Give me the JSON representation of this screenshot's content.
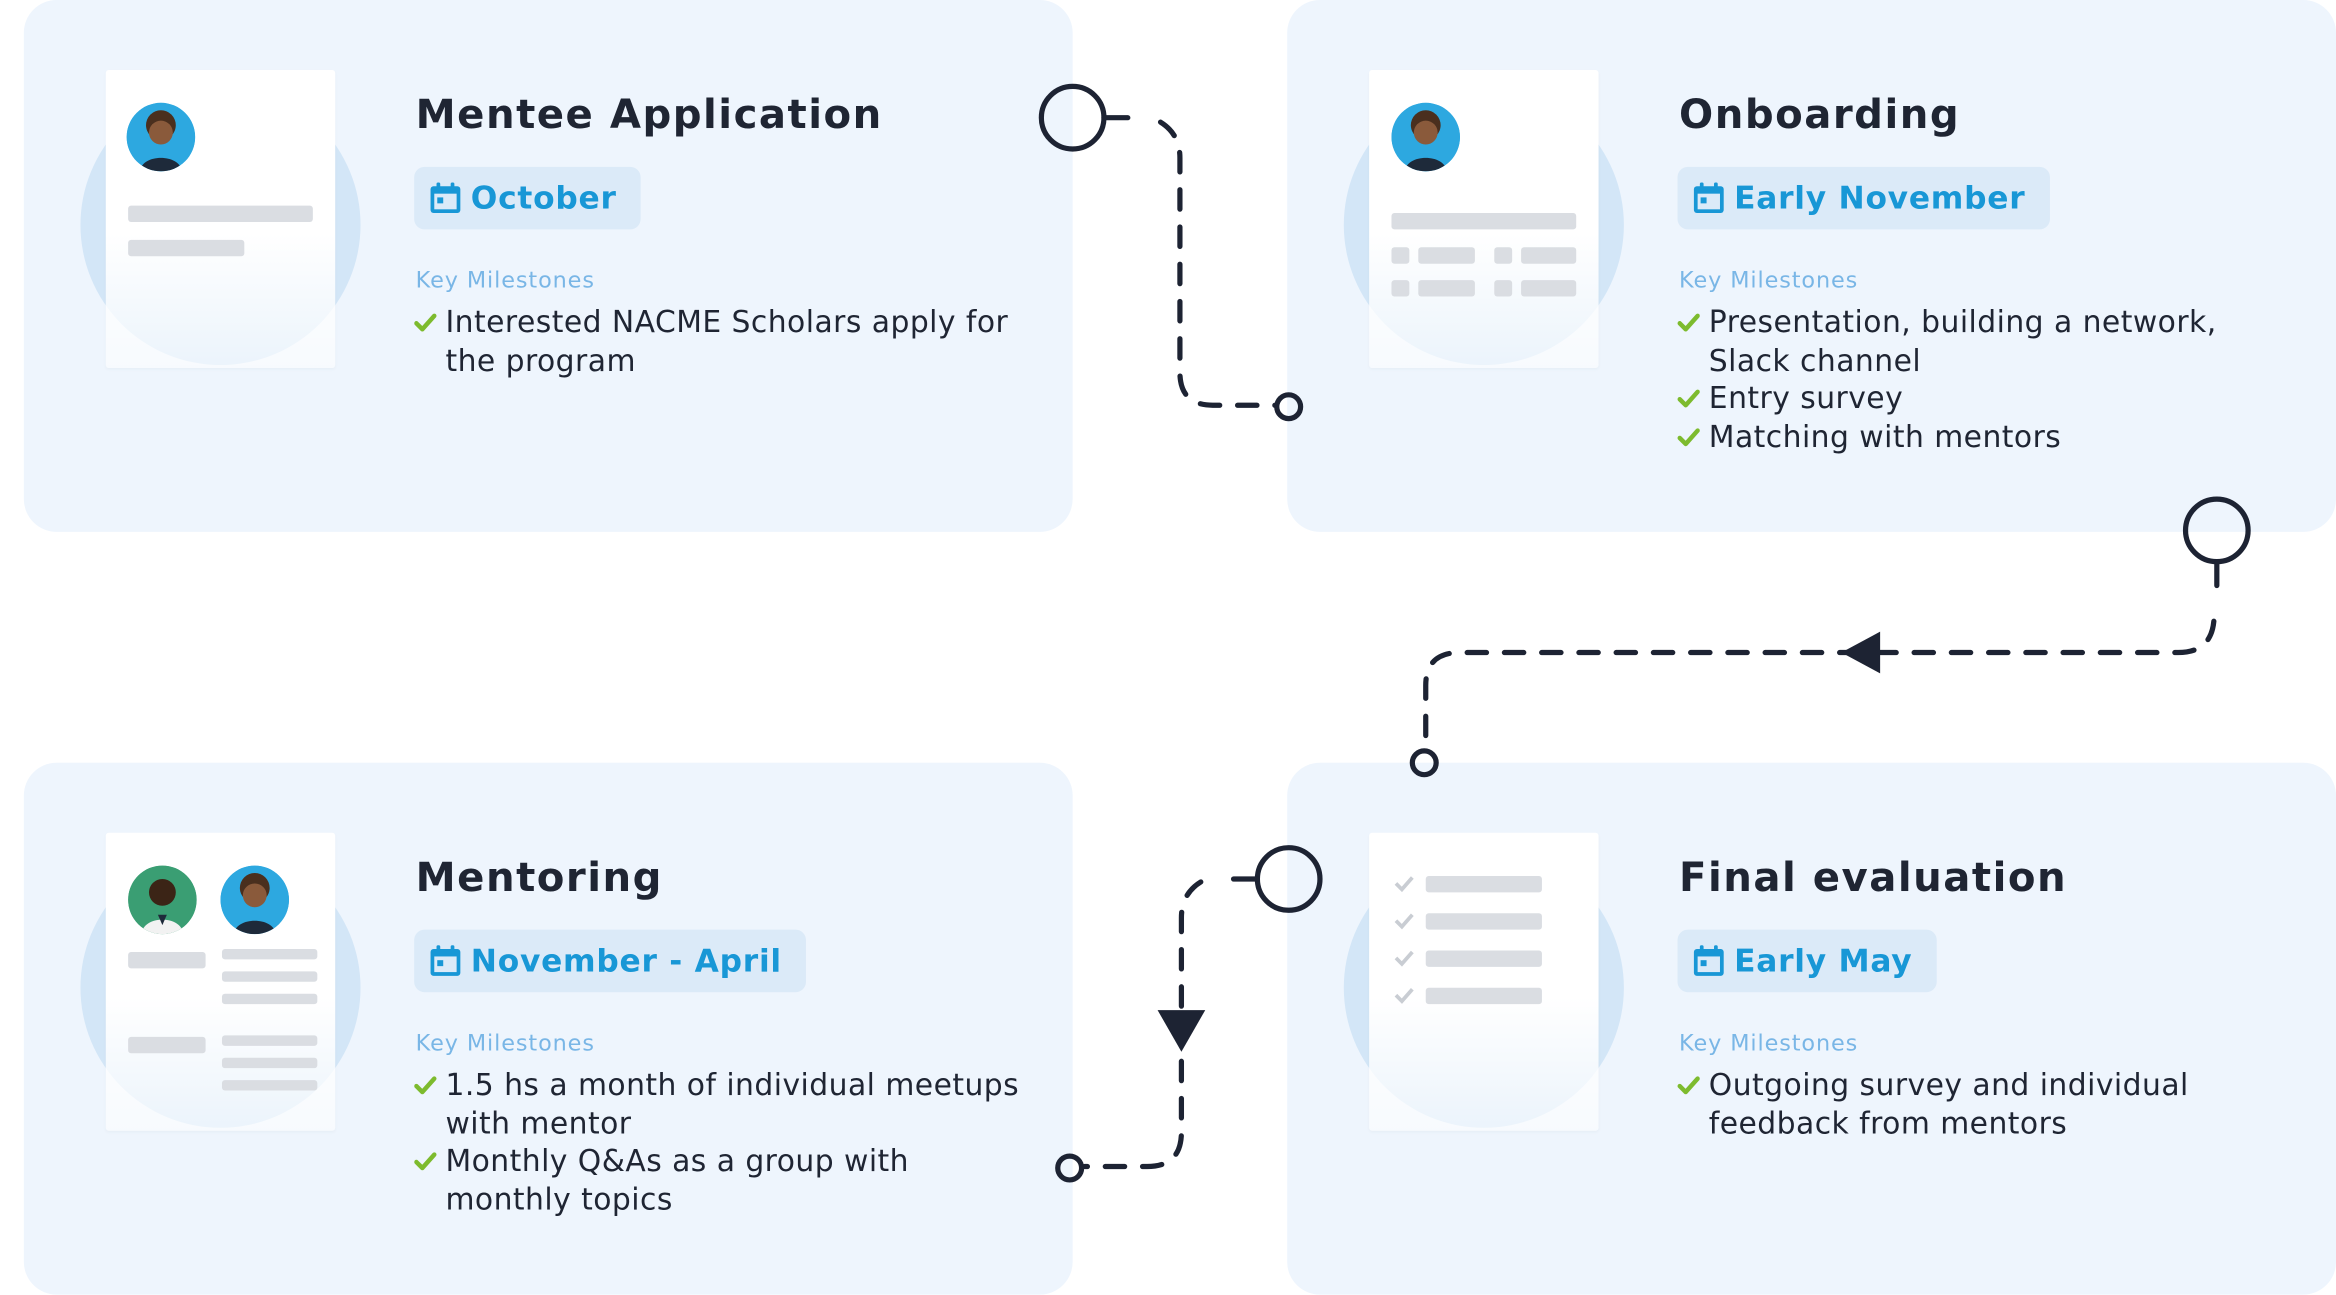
{
  "colors": {
    "card_bg": "#eef5fd",
    "accent": "#1897d6",
    "check": "#7dbb2e",
    "heading": "#1f2533",
    "connector": "#1d2333",
    "label": "#79b6e6"
  },
  "cards": [
    {
      "title": "Mentee Application",
      "date": "October",
      "milestones_label": "Key Milestones",
      "milestones": [
        "Interested NACME Scholars apply for the  program"
      ],
      "icon": "application-form-icon"
    },
    {
      "title": "Onboarding",
      "date": "Early November",
      "milestones_label": "Key Milestones",
      "milestones": [
        "Presentation,  building a network, Slack channel",
        "Entry survey",
        "Matching with  mentors"
      ],
      "icon": "profile-grid-icon"
    },
    {
      "title": "Mentoring",
      "date": "November - April",
      "milestones_label": "Key Milestones",
      "milestones": [
        "1.5 hs a month of  individual meetups with  mentor",
        "Monthly Q&As as  a group with monthly topics"
      ],
      "icon": "mentor-pair-icon"
    },
    {
      "title": "Final  evaluation",
      "date": "Early May",
      "milestones_label": "Key Milestones",
      "milestones": [
        "Outgoing survey  and individual feedback from  mentors"
      ],
      "icon": "checklist-icon"
    }
  ]
}
